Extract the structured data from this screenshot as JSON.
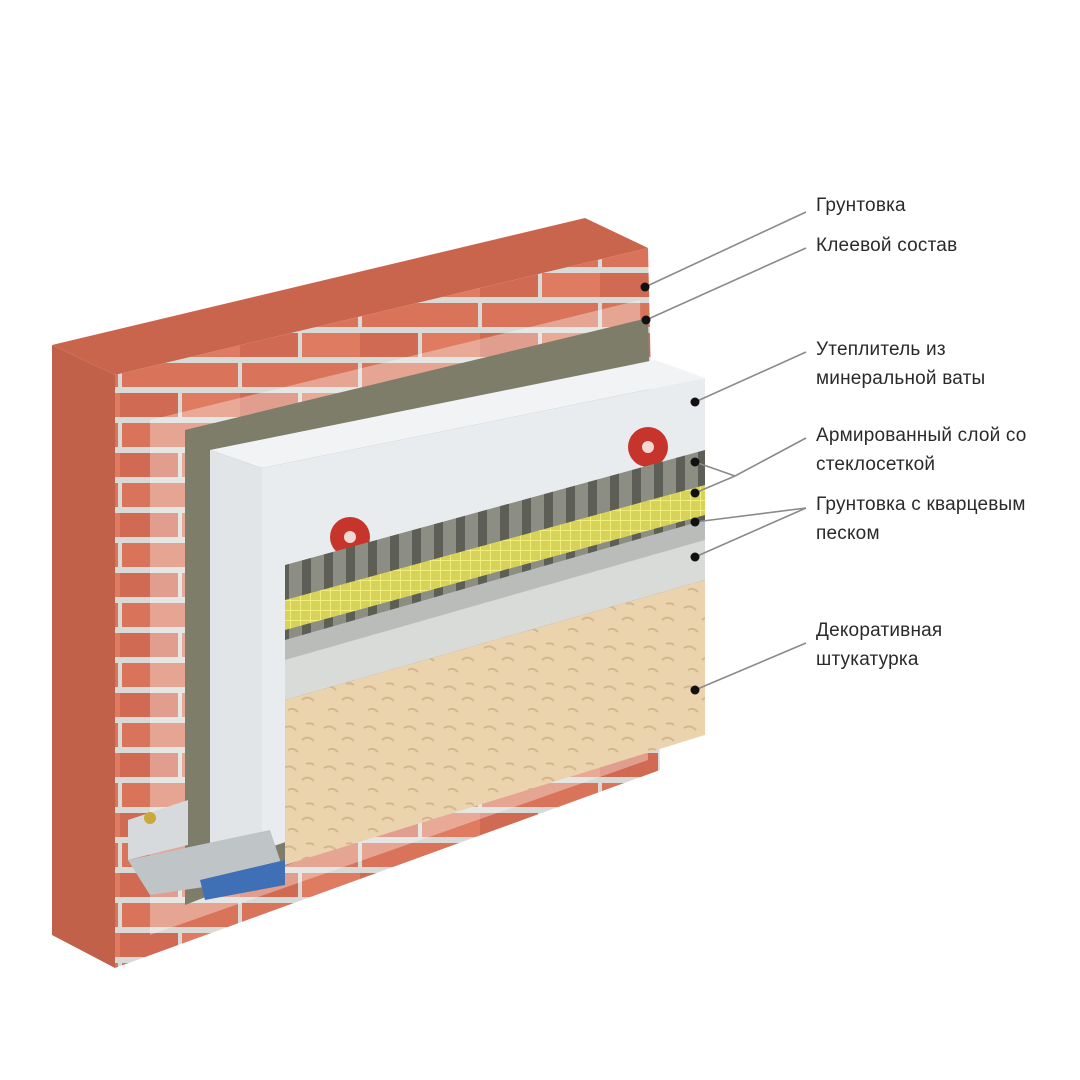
{
  "callouts": [
    {
      "id": "primer",
      "lines": [
        "Грунтовка"
      ]
    },
    {
      "id": "glue",
      "lines": [
        "Клеевой состав"
      ]
    },
    {
      "id": "insulation",
      "lines": [
        "Утеплитель из",
        "минеральной ваты"
      ]
    },
    {
      "id": "mesh",
      "lines": [
        "Армированный слой со",
        "стеклосеткой"
      ]
    },
    {
      "id": "quartz_primer",
      "lines": [
        "Грунтовка с кварцевым",
        "песком"
      ]
    },
    {
      "id": "decorative",
      "lines": [
        "Декоративная",
        "штукатурка"
      ]
    }
  ],
  "colors": {
    "brick": "#d9735a",
    "brick_dark": "#b85a44",
    "mortar": "#d8d2cc",
    "glue": "#7d7d6a",
    "insulation": "#e8ecef",
    "mesh": "#e6e04a",
    "quartz_primer": "#b9bcb9",
    "plaster": "#ead2ad",
    "leader": "#8a8a8a",
    "dot": "#111111"
  }
}
